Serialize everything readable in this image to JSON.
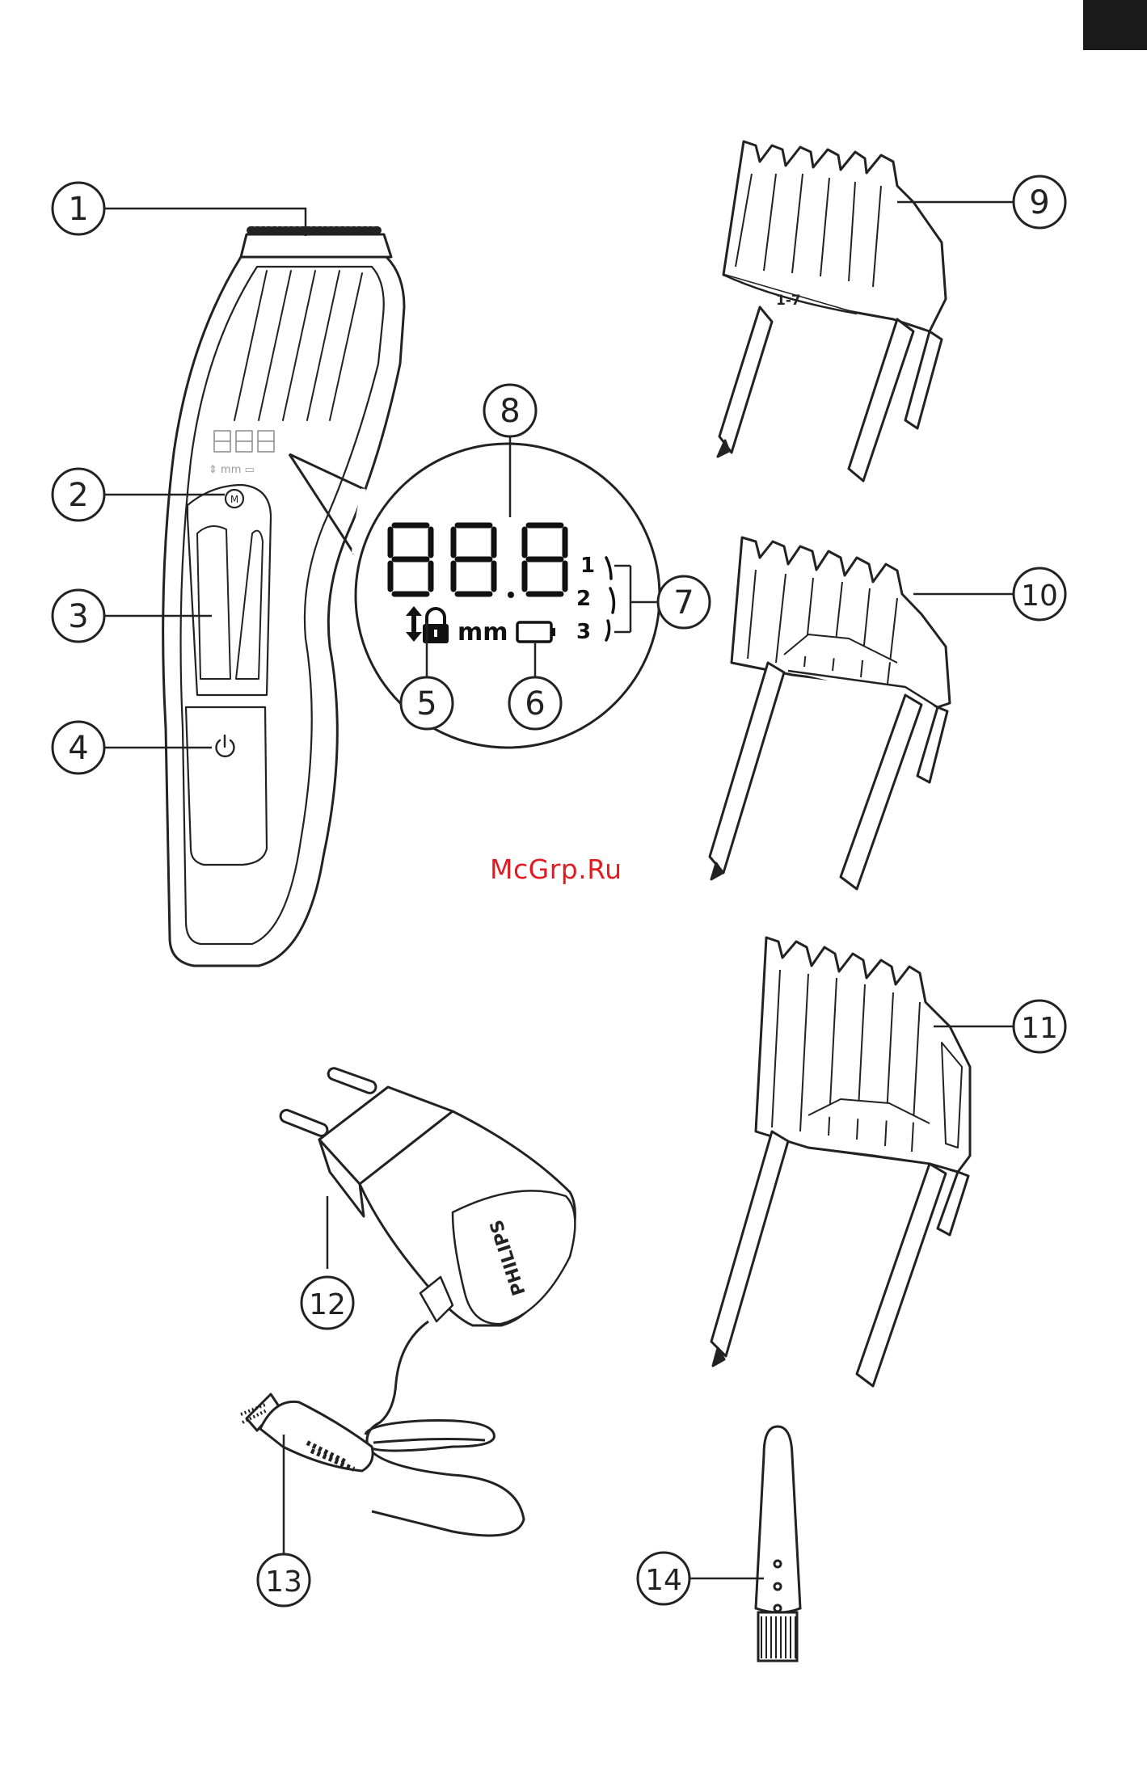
{
  "callouts": [
    {
      "id": "c1",
      "label": "1"
    },
    {
      "id": "c2",
      "label": "2"
    },
    {
      "id": "c3",
      "label": "3"
    },
    {
      "id": "c4",
      "label": "4"
    },
    {
      "id": "c5",
      "label": "5"
    },
    {
      "id": "c6",
      "label": "6"
    },
    {
      "id": "c7",
      "label": "7"
    },
    {
      "id": "c8",
      "label": "8"
    },
    {
      "id": "c9",
      "label": "9"
    },
    {
      "id": "c10",
      "label": "10"
    },
    {
      "id": "c11",
      "label": "11"
    },
    {
      "id": "c12",
      "label": "12"
    },
    {
      "id": "c13",
      "label": "13"
    },
    {
      "id": "c14",
      "label": "14"
    }
  ],
  "display": {
    "digits": "888",
    "unit": "mm",
    "speed_levels": [
      "1",
      "2",
      "3"
    ],
    "mode_button": "M"
  },
  "comb_label": "1-7",
  "adapter_brand": "PHILIPS",
  "watermark": "McGrp.Ru"
}
